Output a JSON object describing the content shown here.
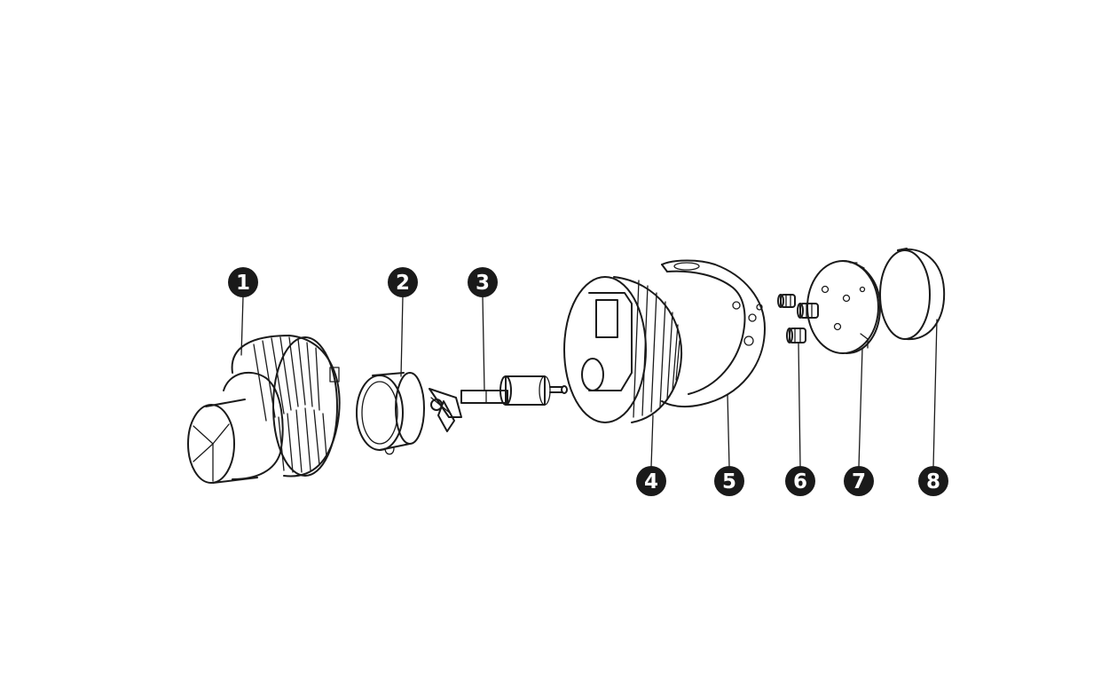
{
  "diagram": {
    "parts": [
      {
        "id": "1",
        "label": "1"
      },
      {
        "id": "2",
        "label": "2"
      },
      {
        "id": "3",
        "label": "3"
      },
      {
        "id": "4",
        "label": "4"
      },
      {
        "id": "5",
        "label": "5"
      },
      {
        "id": "6",
        "label": "6"
      },
      {
        "id": "7",
        "label": "7"
      },
      {
        "id": "8",
        "label": "8"
      }
    ],
    "colors": {
      "line": "#1a1a1a",
      "callout_fill": "#1a1a1a",
      "callout_text": "#ffffff",
      "background": "#ffffff"
    }
  }
}
